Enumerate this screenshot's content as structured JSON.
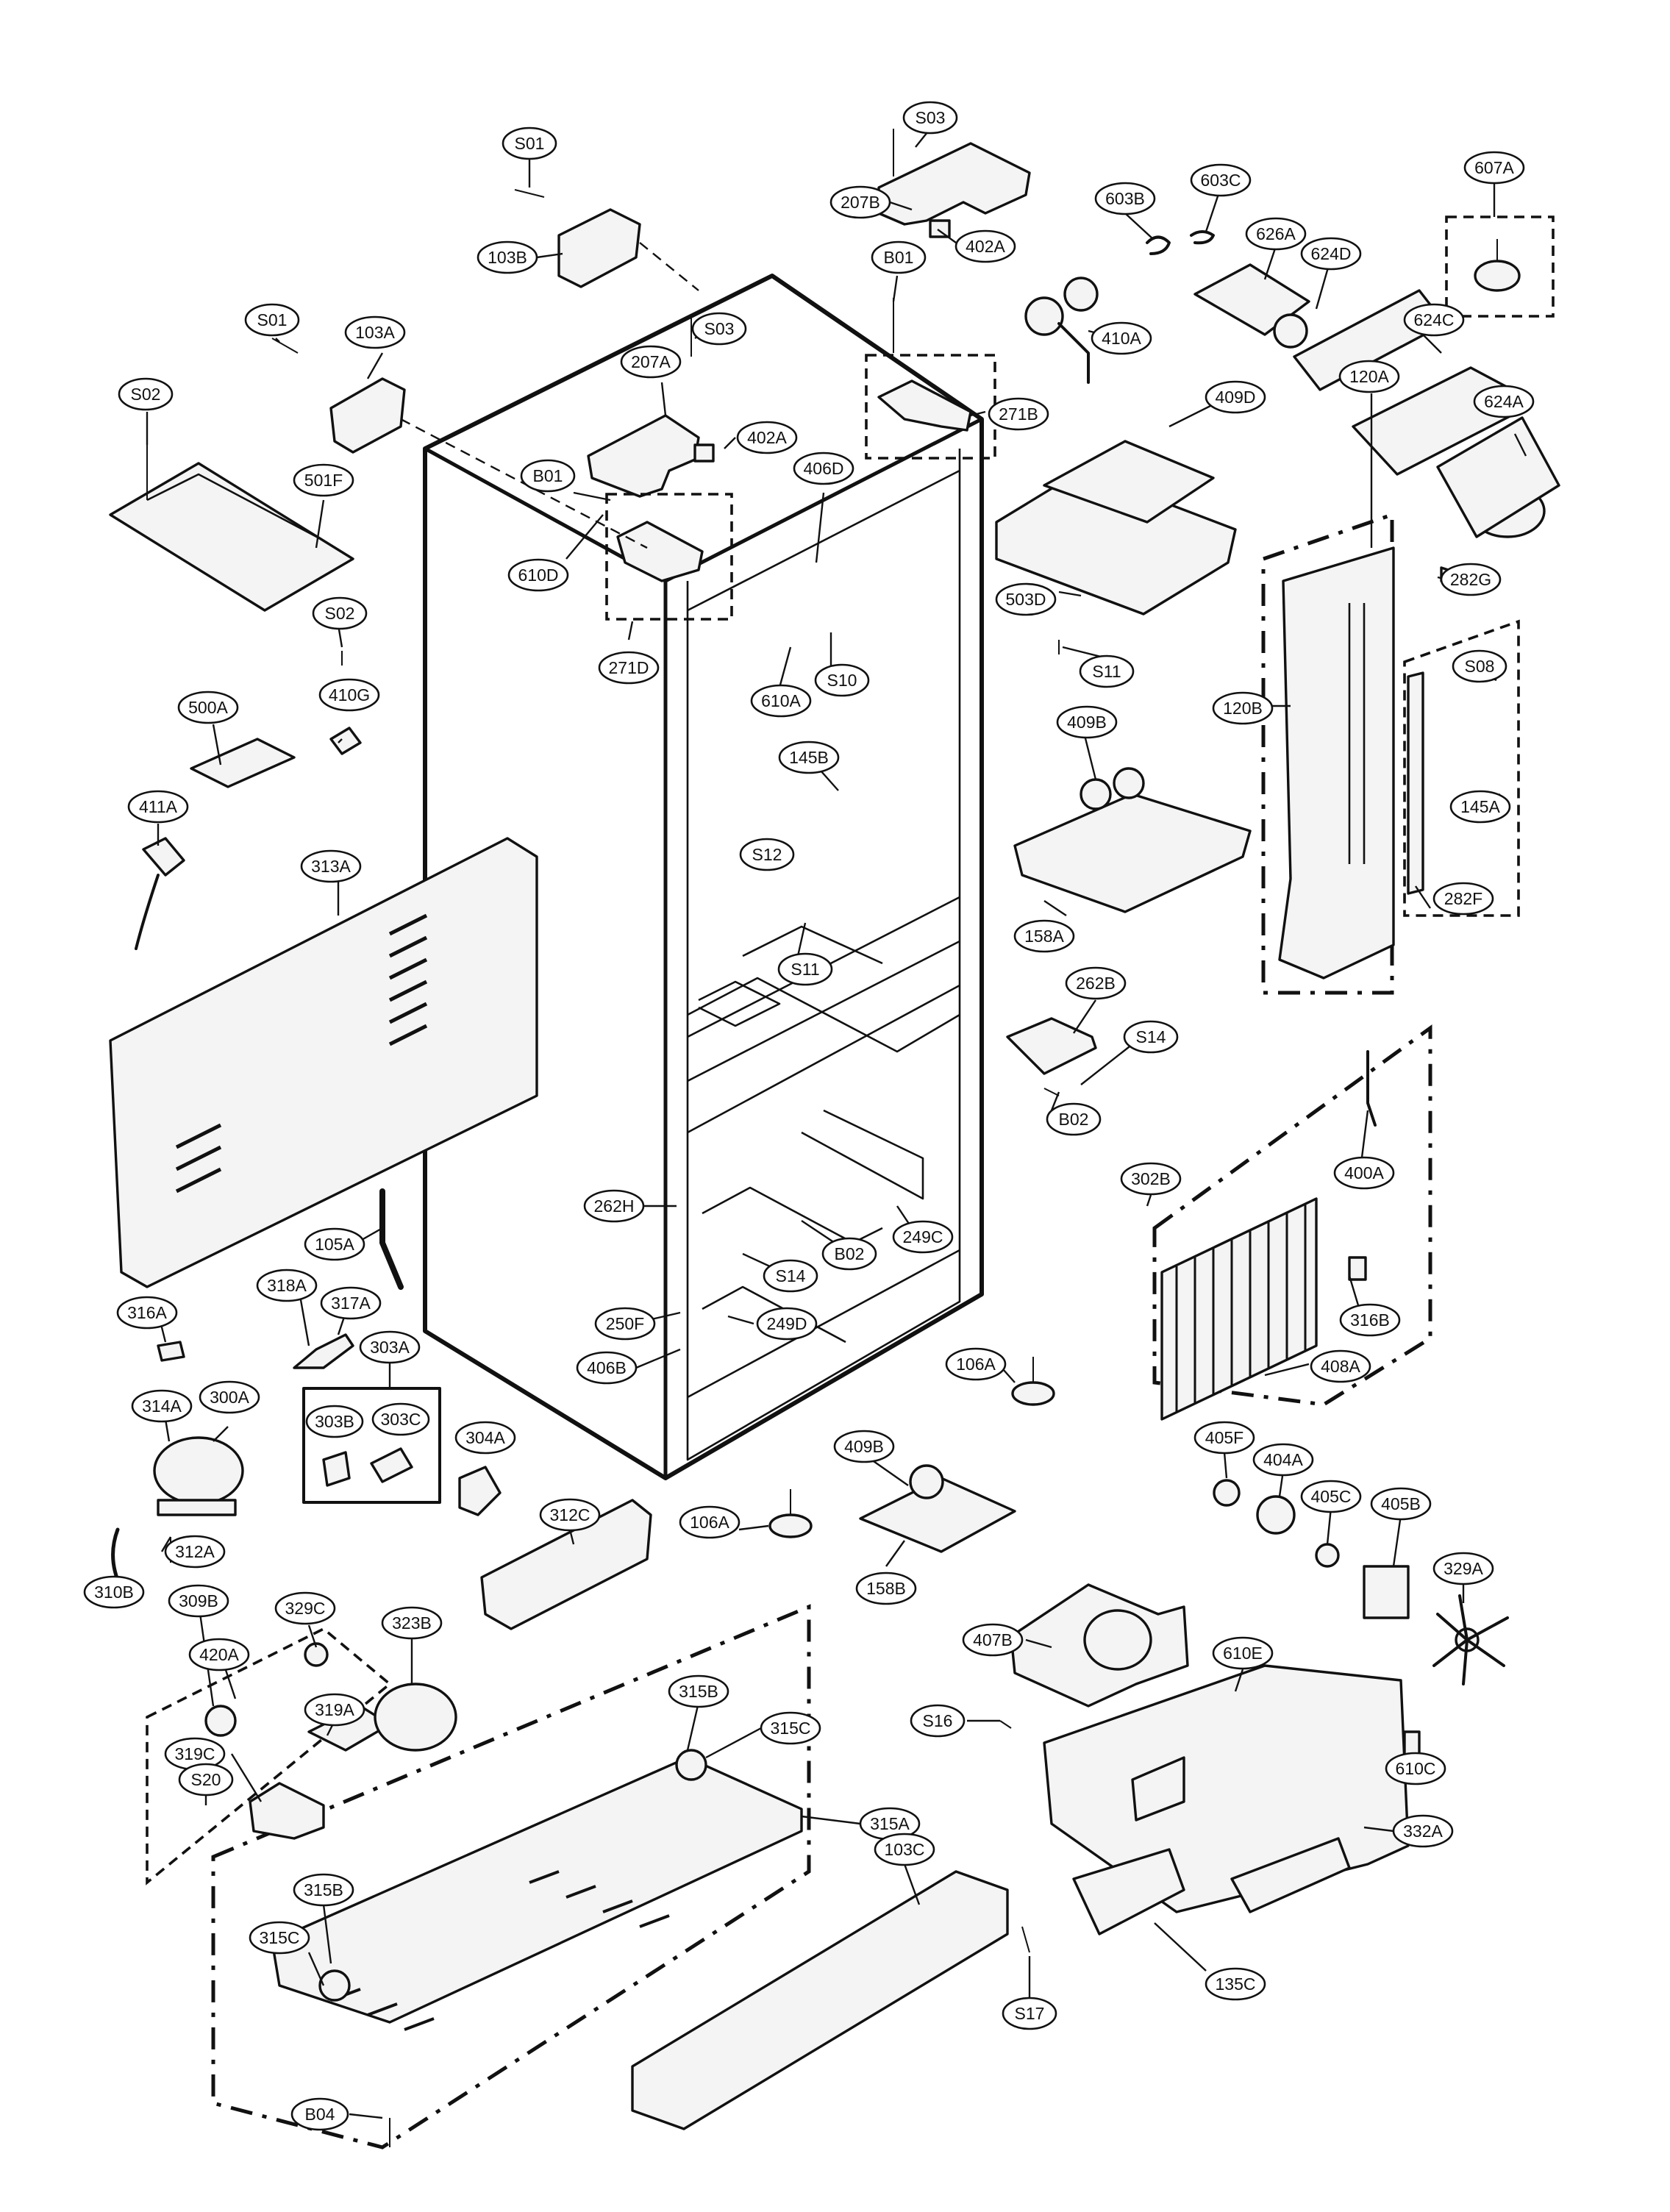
{
  "diagram": {
    "labels": [
      {
        "id": "S01_top",
        "text": "S01"
      },
      {
        "id": "S03_top",
        "text": "S03"
      },
      {
        "id": "607A",
        "text": "607A"
      },
      {
        "id": "207B",
        "text": "207B"
      },
      {
        "id": "603B",
        "text": "603B"
      },
      {
        "id": "603C",
        "text": "603C"
      },
      {
        "id": "402A_top",
        "text": "402A"
      },
      {
        "id": "103B",
        "text": "103B"
      },
      {
        "id": "B01_top",
        "text": "B01"
      },
      {
        "id": "626A",
        "text": "626A"
      },
      {
        "id": "624D",
        "text": "624D"
      },
      {
        "id": "S01_left",
        "text": "S01"
      },
      {
        "id": "103A",
        "text": "103A"
      },
      {
        "id": "S03_mid",
        "text": "S03"
      },
      {
        "id": "410A",
        "text": "410A"
      },
      {
        "id": "624C",
        "text": "624C"
      },
      {
        "id": "207A",
        "text": "207A"
      },
      {
        "id": "S02_top",
        "text": "S02"
      },
      {
        "id": "409D",
        "text": "409D"
      },
      {
        "id": "271B",
        "text": "271B"
      },
      {
        "id": "624A",
        "text": "624A"
      },
      {
        "id": "402A_mid",
        "text": "402A"
      },
      {
        "id": "501F",
        "text": "501F"
      },
      {
        "id": "406D",
        "text": "406D"
      },
      {
        "id": "B01_mid",
        "text": "B01"
      },
      {
        "id": "120A",
        "text": "120A"
      },
      {
        "id": "610D",
        "text": "610D"
      },
      {
        "id": "282G",
        "text": "282G"
      },
      {
        "id": "503D",
        "text": "503D"
      },
      {
        "id": "S02_mid",
        "text": "S02"
      },
      {
        "id": "S11_top",
        "text": "S11"
      },
      {
        "id": "S08",
        "text": "S08"
      },
      {
        "id": "271D",
        "text": "271D"
      },
      {
        "id": "610A",
        "text": "610A"
      },
      {
        "id": "S10",
        "text": "S10"
      },
      {
        "id": "410G",
        "text": "410G"
      },
      {
        "id": "500A",
        "text": "500A"
      },
      {
        "id": "120B",
        "text": "120B"
      },
      {
        "id": "409B_top",
        "text": "409B"
      },
      {
        "id": "145B",
        "text": "145B"
      },
      {
        "id": "411A",
        "text": "411A"
      },
      {
        "id": "145A",
        "text": "145A"
      },
      {
        "id": "313A",
        "text": "313A"
      },
      {
        "id": "S12",
        "text": "S12"
      },
      {
        "id": "282F",
        "text": "282F"
      },
      {
        "id": "158A",
        "text": "158A"
      },
      {
        "id": "S11_mid",
        "text": "S11"
      },
      {
        "id": "262B",
        "text": "262B"
      },
      {
        "id": "S14_right",
        "text": "S14"
      },
      {
        "id": "B02_right",
        "text": "B02"
      },
      {
        "id": "400A",
        "text": "400A"
      },
      {
        "id": "302B",
        "text": "302B"
      },
      {
        "id": "262H",
        "text": "262H"
      },
      {
        "id": "249C",
        "text": "249C"
      },
      {
        "id": "105A",
        "text": "105A"
      },
      {
        "id": "B02_mid",
        "text": "B02"
      },
      {
        "id": "S14_mid",
        "text": "S14"
      },
      {
        "id": "318A",
        "text": "318A"
      },
      {
        "id": "316A",
        "text": "316A"
      },
      {
        "id": "317A",
        "text": "317A"
      },
      {
        "id": "316B",
        "text": "316B"
      },
      {
        "id": "250F",
        "text": "250F"
      },
      {
        "id": "249D",
        "text": "249D"
      },
      {
        "id": "303A",
        "text": "303A"
      },
      {
        "id": "406B",
        "text": "406B"
      },
      {
        "id": "106A_right",
        "text": "106A"
      },
      {
        "id": "408A",
        "text": "408A"
      },
      {
        "id": "314A",
        "text": "314A"
      },
      {
        "id": "300A",
        "text": "300A"
      },
      {
        "id": "303B",
        "text": "303B"
      },
      {
        "id": "303C",
        "text": "303C"
      },
      {
        "id": "304A",
        "text": "304A"
      },
      {
        "id": "409B_bottom",
        "text": "409B"
      },
      {
        "id": "405F",
        "text": "405F"
      },
      {
        "id": "404A",
        "text": "404A"
      },
      {
        "id": "312C",
        "text": "312C"
      },
      {
        "id": "106A_left",
        "text": "106A"
      },
      {
        "id": "405C",
        "text": "405C"
      },
      {
        "id": "405B",
        "text": "405B"
      },
      {
        "id": "312A",
        "text": "312A"
      },
      {
        "id": "329A",
        "text": "329A"
      },
      {
        "id": "310B",
        "text": "310B"
      },
      {
        "id": "158B",
        "text": "158B"
      },
      {
        "id": "309B",
        "text": "309B"
      },
      {
        "id": "329C",
        "text": "329C"
      },
      {
        "id": "407B",
        "text": "407B"
      },
      {
        "id": "323B",
        "text": "323B"
      },
      {
        "id": "420A",
        "text": "420A"
      },
      {
        "id": "610E",
        "text": "610E"
      },
      {
        "id": "315B_top",
        "text": "315B"
      },
      {
        "id": "319A",
        "text": "319A"
      },
      {
        "id": "S16",
        "text": "S16"
      },
      {
        "id": "315C_top",
        "text": "315C"
      },
      {
        "id": "319C",
        "text": "319C"
      },
      {
        "id": "610C",
        "text": "610C"
      },
      {
        "id": "S20",
        "text": "S20"
      },
      {
        "id": "315A",
        "text": "315A"
      },
      {
        "id": "332A",
        "text": "332A"
      },
      {
        "id": "103C",
        "text": "103C"
      },
      {
        "id": "315B_bottom",
        "text": "315B"
      },
      {
        "id": "315C_bottom",
        "text": "315C"
      },
      {
        "id": "135C",
        "text": "135C"
      },
      {
        "id": "S17",
        "text": "S17"
      },
      {
        "id": "B04",
        "text": "B04"
      }
    ]
  }
}
